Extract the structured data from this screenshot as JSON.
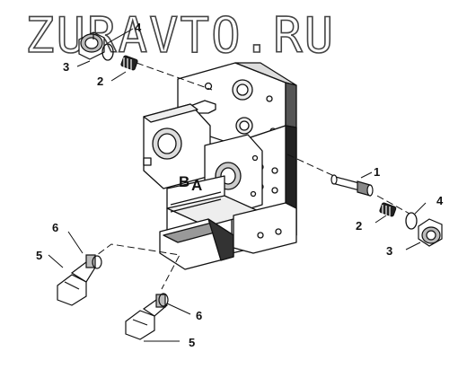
{
  "watermark": "ZURAVTO.RU",
  "valve_labels": {
    "port_b": "B",
    "port_a": "A"
  },
  "callouts": {
    "top_left_4": "4",
    "top_left_3": "3",
    "top_left_2": "2",
    "right_1": "1",
    "right_2": "2",
    "right_3": "3",
    "right_4": "4",
    "left_6": "6",
    "left_5": "5",
    "bottom_6": "6",
    "bottom_5": "5"
  }
}
